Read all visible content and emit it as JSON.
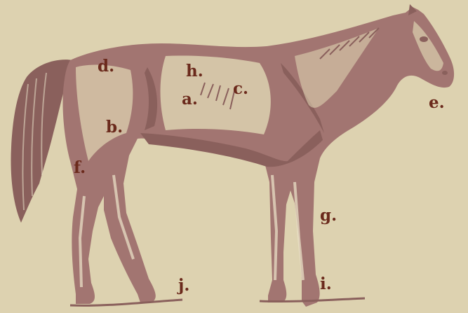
{
  "colors": {
    "background": "#ddd2b0",
    "horse_fill": "#a27571",
    "horse_shadow": "#8a605c",
    "horse_highlight": "#e8dfc6",
    "label_color": "#6b2a1c"
  },
  "labels": {
    "a": "a.",
    "b": "b.",
    "c": "c.",
    "d": "d.",
    "e": "e.",
    "f": "f.",
    "g": "g.",
    "h": "h.",
    "i": "i.",
    "j": "j."
  }
}
